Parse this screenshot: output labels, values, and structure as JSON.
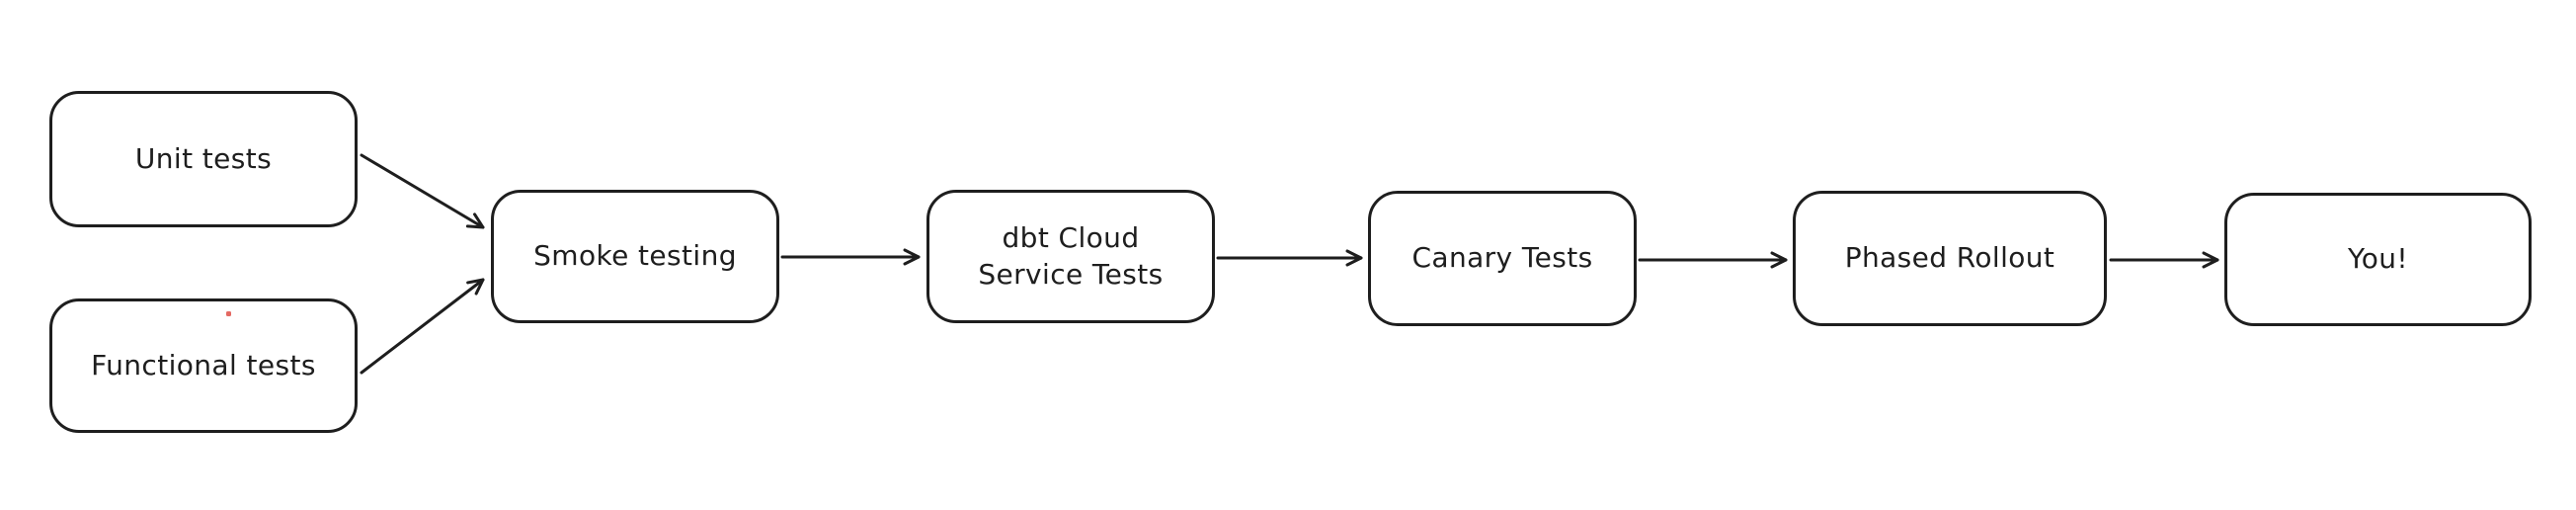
{
  "diagram": {
    "type": "flowchart",
    "style": "hand-drawn",
    "colors": {
      "stroke": "#1e1e1e",
      "node_fill": "#ffffff",
      "background": "#ffffff",
      "artifact_dot": "#e46962"
    },
    "nodes": [
      {
        "id": "unit-tests",
        "label": "Unit tests"
      },
      {
        "id": "functional-tests",
        "label": "Functional tests"
      },
      {
        "id": "smoke-testing",
        "label": "Smoke testing"
      },
      {
        "id": "dbt-cloud-service-tests",
        "label": "dbt Cloud\nService Tests"
      },
      {
        "id": "canary-tests",
        "label": "Canary Tests"
      },
      {
        "id": "phased-rollout",
        "label": "Phased Rollout"
      },
      {
        "id": "you",
        "label": "You!"
      }
    ],
    "edges": [
      {
        "from": "unit-tests",
        "to": "smoke-testing"
      },
      {
        "from": "functional-tests",
        "to": "smoke-testing"
      },
      {
        "from": "smoke-testing",
        "to": "dbt-cloud-service-tests"
      },
      {
        "from": "dbt-cloud-service-tests",
        "to": "canary-tests"
      },
      {
        "from": "canary-tests",
        "to": "phased-rollout"
      },
      {
        "from": "phased-rollout",
        "to": "you"
      }
    ]
  }
}
